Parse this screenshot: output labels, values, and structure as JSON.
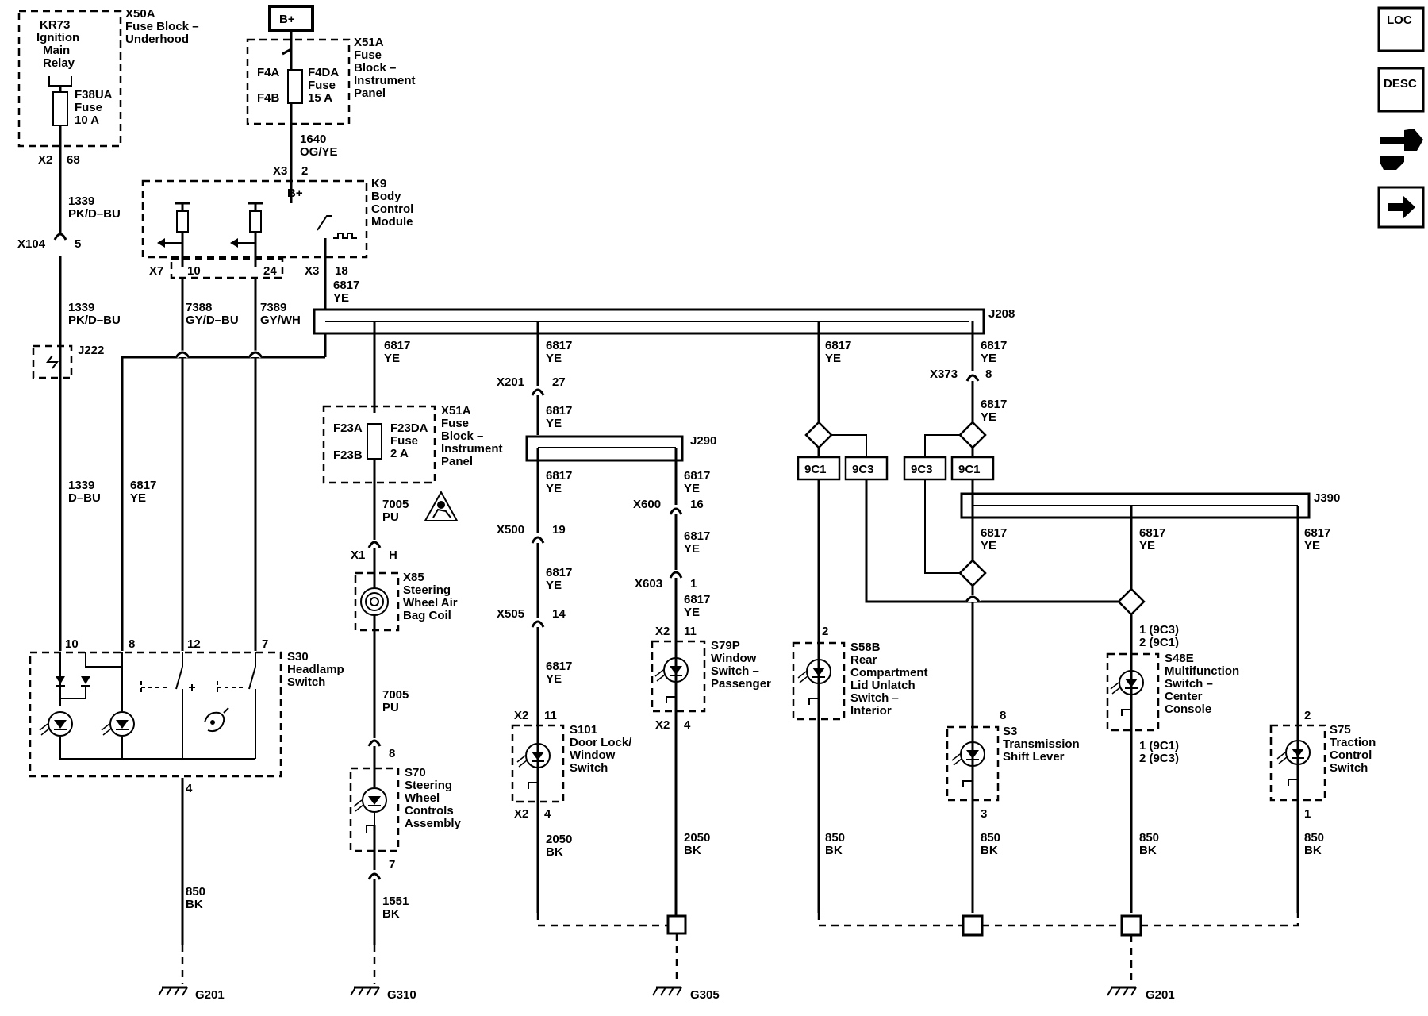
{
  "nav": {
    "loc": "LOC",
    "desc": "DESC"
  },
  "top": {
    "kr73": "KR73",
    "kr73_1": "Ignition",
    "kr73_2": "Main",
    "kr73_3": "Relay",
    "x50a": "X50A",
    "x50a_1": "Fuse Block –",
    "x50a_2": "Underhood",
    "f38": "F38UA",
    "f38_1": "Fuse",
    "f38_2": "10 A",
    "x2": "X2",
    "x2pin": "68",
    "bplus": "B+",
    "x51a": "X51A",
    "x51a_1": "Fuse",
    "x51a_2": "Block –",
    "x51a_3": "Instrument",
    "x51a_4": "Panel",
    "f4a": "F4A",
    "f4b": "F4B",
    "f4da": "F4DA",
    "f4da_1": "Fuse",
    "f4da_2": "15 A",
    "w1640": "1640",
    "w1640c": "OG/YE",
    "x3": "X3",
    "x3pin": "2",
    "kbplus": "B+",
    "k9": "K9",
    "k9_1": "Body",
    "k9_2": "Control",
    "k9_3": "Module",
    "x7": "X7",
    "p10": "10",
    "p24": "24",
    "x3b": "X3",
    "p18": "18"
  },
  "left": {
    "w1339a": "1339",
    "w1339ac": "PK/D–BU",
    "x104": "X104",
    "x104p": "5",
    "w1339b": "1339",
    "w1339bc": "PK/D–BU",
    "w7388": "7388",
    "w7388c": "GY/D–BU",
    "w7389": "7389",
    "w7389c": "GY/WH",
    "j222": "J222",
    "w6817top": "6817",
    "w6817topc": "YE",
    "j208": "J208",
    "w1339d": "1339",
    "w1339dc": "D–BU",
    "w6817s": "6817",
    "w6817sc": "YE",
    "s30": "S30",
    "s30_1": "Headlamp",
    "s30_2": "Switch",
    "p10": "10",
    "p8": "8",
    "p12": "12",
    "p7": "7",
    "p4": "4",
    "w850": "850",
    "w850c": "BK",
    "g201": "G201"
  },
  "mid": {
    "w6817": "6817",
    "w6817c": "YE",
    "x51a2": "X51A",
    "x51a2_1": "Fuse",
    "x51a2_2": "Block –",
    "x51a2_3": "Instrument",
    "x51a2_4": "Panel",
    "f23a": "F23A",
    "f23b": "F23B",
    "f23da": "F23DA",
    "f23da_1": "Fuse",
    "f23da_2": "2 A",
    "w7005": "7005",
    "w7005c": "PU",
    "x1": "X1",
    "x1p": "H",
    "x85": "X85",
    "x85_1": "Steering",
    "x85_2": "Wheel Air",
    "x85_3": "Bag Coil",
    "w7005b": "7005",
    "w7005bc": "PU",
    "p8": "8",
    "s70": "S70",
    "s70_1": "Steering",
    "s70_2": "Wheel",
    "s70_3": "Controls",
    "s70_4": "Assembly",
    "p7": "7",
    "w1551": "1551",
    "w1551c": "BK",
    "g310": "G310"
  },
  "door": {
    "w6817a": "6817",
    "w6817ac": "YE",
    "x201": "X201",
    "x201p": "27",
    "w6817b": "6817",
    "w6817bc": "YE",
    "j290": "J290",
    "w6817c": "6817",
    "w6817cc": "YE",
    "x500": "X500",
    "x500p": "19",
    "w6817d": "6817",
    "w6817dc": "YE",
    "x505": "X505",
    "x505p": "14",
    "w6817e": "6817",
    "w6817ec": "YE",
    "x2": "X2",
    "x2p": "11",
    "s101": "S101",
    "s101_1": "Door Lock/",
    "s101_2": "Window",
    "s101_3": "Switch",
    "x2b": "X2",
    "x2bp": "4",
    "w2050": "2050",
    "w2050c": "BK",
    "w6817f": "6817",
    "w6817fc": "YE",
    "x600": "X600",
    "x600p": "16",
    "w6817g": "6817",
    "w6817gc": "YE",
    "x603": "X603",
    "x603p": "1",
    "w6817h": "6817",
    "w6817hc": "YE",
    "x2c": "X2",
    "x2cp": "11",
    "s79p": "S79P",
    "s79p_1": "Window",
    "s79p_2": "Switch –",
    "s79p_3": "Passenger",
    "x2d": "X2",
    "x2dp": "4",
    "w2050b": "2050",
    "w2050bc": "BK",
    "g305": "G305"
  },
  "right": {
    "w6817a": "6817",
    "w6817ac": "YE",
    "w6817b": "6817",
    "w6817bc": "YE",
    "x373": "X373",
    "x373p": "8",
    "w6817c": "6817",
    "w6817cc": "YE",
    "c9c1a": "9C1",
    "c9c3a": "9C3",
    "c9c3b": "9C3",
    "c9c1b": "9C1",
    "j390": "J390",
    "w6817d": "6817",
    "w6817dc": "YE",
    "w6817e": "6817",
    "w6817ec": "YE",
    "w6817f": "6817",
    "w6817fc": "YE",
    "s58p": "2",
    "s58b": "S58B",
    "s58b_1": "Rear",
    "s58b_2": "Compartment",
    "s58b_3": "Lid Unlatch",
    "s58b_4": "Switch –",
    "s58b_5": "Interior",
    "s48p1": "1 (9C3)",
    "s48p2": "2 (9C1)",
    "s48e": "S48E",
    "s48e_1": "Multifunction",
    "s48e_2": "Switch –",
    "s48e_3": "Center",
    "s48e_4": "Console",
    "s48p3": "1 (9C1)",
    "s48p4": "2 (9C3)",
    "s3p1": "8",
    "s3": "S3",
    "s3_1": "Transmission",
    "s3_2": "Shift Lever",
    "s3p2": "3",
    "s75p1": "2",
    "s75": "S75",
    "s75_1": "Traction",
    "s75_2": "Control",
    "s75_3": "Switch",
    "s75p2": "1",
    "w850a": "850",
    "w850ac": "BK",
    "w850b": "850",
    "w850bc": "BK",
    "w850c": "850",
    "w850cc": "BK",
    "w850d": "850",
    "w850dc": "BK",
    "g201": "G201"
  }
}
